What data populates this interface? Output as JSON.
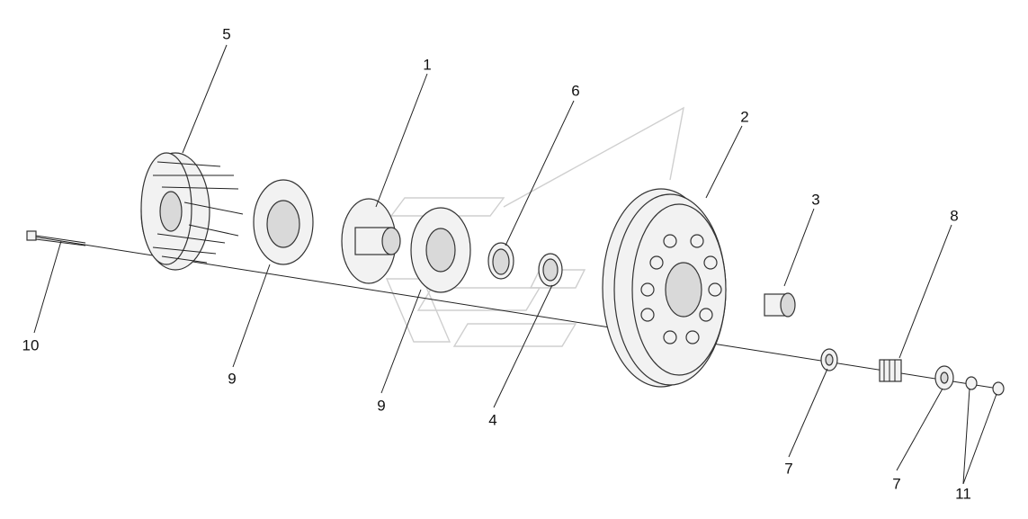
{
  "callouts": [
    {
      "id": "c5",
      "text": "5"
    },
    {
      "id": "c1",
      "text": "1"
    },
    {
      "id": "c6",
      "text": "6"
    },
    {
      "id": "c2",
      "text": "2"
    },
    {
      "id": "c3",
      "text": "3"
    },
    {
      "id": "c8",
      "text": "8"
    },
    {
      "id": "c10",
      "text": "10"
    },
    {
      "id": "c9a",
      "text": "9"
    },
    {
      "id": "c9b",
      "text": "9"
    },
    {
      "id": "c4",
      "text": "4"
    },
    {
      "id": "c7a",
      "text": "7"
    },
    {
      "id": "c7b",
      "text": "7"
    },
    {
      "id": "c11",
      "text": "11"
    }
  ],
  "colors": {
    "line": "#222222",
    "part_fill": "#f2f2f2",
    "watermark": "#cfcfcf"
  }
}
